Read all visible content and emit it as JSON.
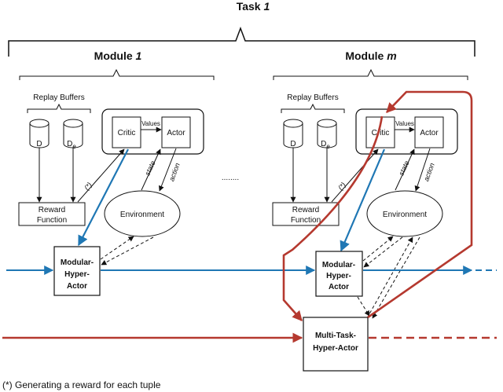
{
  "task": {
    "label": "Task",
    "index": "1"
  },
  "modules": [
    {
      "label": "Module",
      "index": "1"
    },
    {
      "label": "Module",
      "index": "m"
    }
  ],
  "replay_buffers": "Replay Buffers",
  "buffer_d": "D",
  "buffer_de_base": "D",
  "buffer_de_sub": "e",
  "critic": "Critic",
  "actor": "Actor",
  "values": "Values",
  "state": "state",
  "action": "action",
  "reward_function": [
    "Reward",
    "Function"
  ],
  "environment": "Environment",
  "star": "(*)",
  "ellipsis": "........",
  "modular_hyper_actor": [
    "Modular-",
    "Hyper-",
    "Actor"
  ],
  "multi_task_hyper_actor": [
    "Multi-Task-",
    "Hyper-Actor"
  ],
  "footnote": "(*) Generating a reward for each tuple",
  "colors": {
    "blue": "#1f77b4",
    "red": "#b5392f",
    "stroke": "#111111"
  },
  "icons": [
    "cylinder-database-icon",
    "arrow-icon"
  ]
}
